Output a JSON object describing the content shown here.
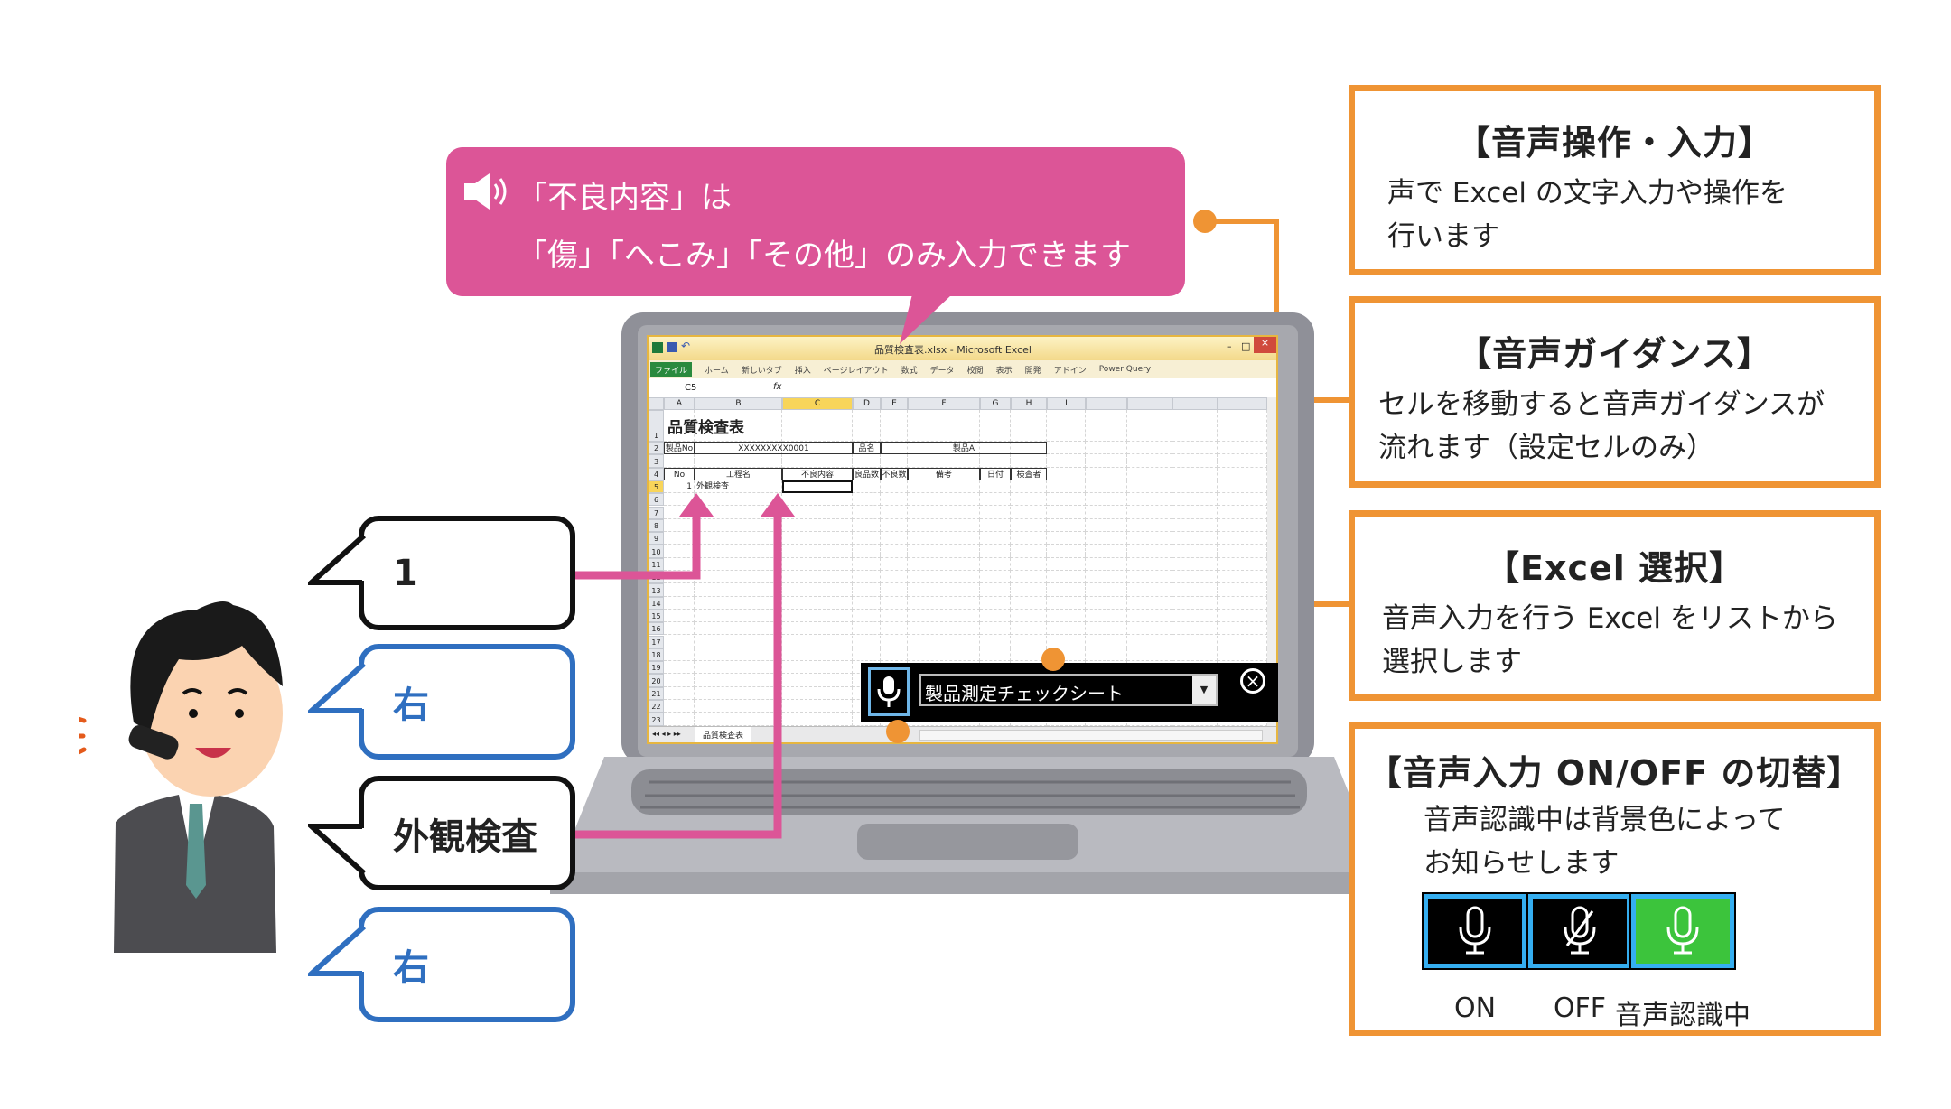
{
  "guidance_bubble": {
    "line1": "「不良内容」は",
    "line2": "「傷」「へこみ」「その他」のみ入力できます",
    "icon": "speaker-icon"
  },
  "speech": [
    {
      "text": "1",
      "style": "black"
    },
    {
      "text": "右",
      "style": "blue"
    },
    {
      "text": "外観検査",
      "style": "black"
    },
    {
      "text": "右",
      "style": "blue"
    }
  ],
  "excel": {
    "title": "品質検査表.xlsx - Microsoft Excel",
    "tabs": [
      "ファイル",
      "ホーム",
      "新しいタブ",
      "挿入",
      "ページレイアウト",
      "数式",
      "データ",
      "校閲",
      "表示",
      "開発",
      "アドイン",
      "Power Query"
    ],
    "name_box": "C5",
    "fx": "fx",
    "columns": [
      "A",
      "B",
      "C",
      "D",
      "E",
      "F",
      "G",
      "H",
      "I"
    ],
    "rows": [
      "1",
      "2",
      "3",
      "4",
      "5",
      "6",
      "7",
      "8",
      "9",
      "10",
      "11",
      "12",
      "13",
      "14",
      "15",
      "16",
      "17",
      "18",
      "19",
      "20",
      "21",
      "22",
      "23"
    ],
    "sheet_title": "品質検査表",
    "row2": {
      "label": "製品No",
      "value": "XXXXXXXXX0001",
      "name_label": "品名",
      "name_value": "製品A"
    },
    "headers": [
      "No",
      "工程名",
      "不良内容",
      "良品数",
      "不良数",
      "備考",
      "日付",
      "検査者"
    ],
    "row5": {
      "no": "1",
      "process": "外観検査"
    },
    "sheet_tab": "品質検査表"
  },
  "voice_bar": {
    "selected": "製品測定チェックシート",
    "dropdown_icon": "chevron-down-icon",
    "close_icon": "close-icon"
  },
  "info_boxes": [
    {
      "title": "【音声操作・入力】",
      "lines": [
        "声で Excel の文字入力や操作を",
        "行います"
      ]
    },
    {
      "title": "【音声ガイダンス】",
      "lines": [
        "セルを移動すると音声ガイダンスが",
        "流れます（設定セルのみ）"
      ]
    },
    {
      "title": "【Excel 選択】",
      "lines": [
        "音声入力を行う Excel をリストから",
        "選択します"
      ]
    },
    {
      "title": "【音声入力 ON/OFF の切替】",
      "lines": [
        "音声認識中は背景色によって",
        "お知らせします"
      ],
      "states": [
        {
          "label": "ON",
          "bg": "#000000"
        },
        {
          "label": "OFF",
          "bg": "#000000"
        },
        {
          "label": "音声認識中",
          "bg": "#3cc43c"
        }
      ]
    }
  ],
  "colors": {
    "orange": "#ef9434",
    "pink": "#dc5597",
    "blue": "#2f6fc0",
    "active_green": "#3cc43c"
  }
}
